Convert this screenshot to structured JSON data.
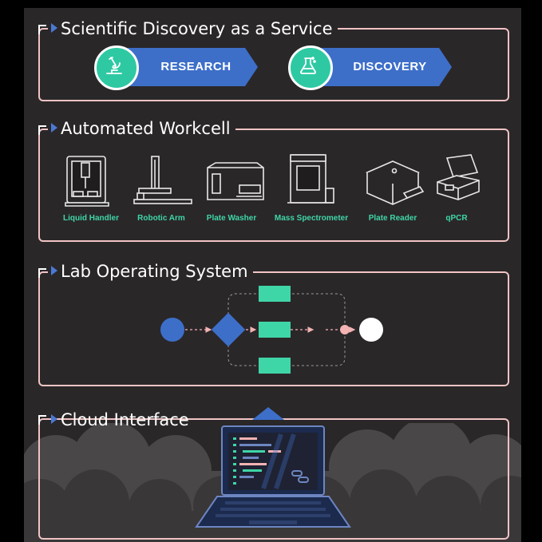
{
  "sections": {
    "discovery": {
      "title": "Scientific Discovery as a Service",
      "steps": [
        {
          "label": "RESEARCH",
          "icon": "microscope-icon"
        },
        {
          "label": "DISCOVERY",
          "icon": "flask-icon"
        }
      ]
    },
    "workcell": {
      "title": "Automated Workcell",
      "devices": [
        {
          "label": "Liquid Handler"
        },
        {
          "label": "Robotic Arm"
        },
        {
          "label": "Plate Washer"
        },
        {
          "label": "Mass Spectrometer"
        },
        {
          "label": "Plate Reader"
        },
        {
          "label": "qPCR"
        }
      ]
    },
    "los": {
      "title": "Lab Operating System"
    },
    "cloud": {
      "title": "Cloud Interface"
    }
  },
  "colors": {
    "background": "#2a2729",
    "border": "#f2c4c4",
    "accent_blue": "#3d6fc9",
    "accent_green": "#3fd6a7",
    "node_pink": "#f4b3b3"
  }
}
